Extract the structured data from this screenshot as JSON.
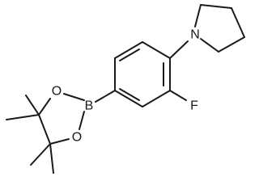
{
  "atoms": {
    "nitrogen": "N",
    "fluorine": "F",
    "boron": "B",
    "oxygen_top": "O",
    "oxygen_bottom": "O"
  }
}
